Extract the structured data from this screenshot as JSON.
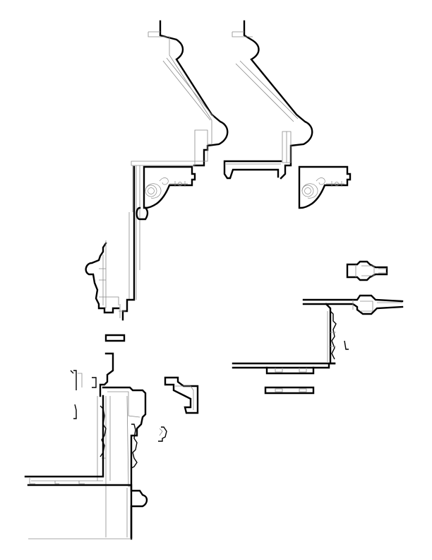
{
  "drawing": {
    "kind": "molding-profile-details",
    "colors": {
      "profile": "#000000",
      "hidden": "#8a8a8a",
      "paper": "#ffffff"
    },
    "details": [
      {
        "id": "cornice-crown-with-bracket"
      },
      {
        "id": "cornice-crown-alternate"
      },
      {
        "id": "bracket-elevation"
      },
      {
        "id": "door-casing-section"
      },
      {
        "id": "rail-cap-small"
      },
      {
        "id": "rail-cap-large"
      },
      {
        "id": "base-trim"
      }
    ]
  }
}
